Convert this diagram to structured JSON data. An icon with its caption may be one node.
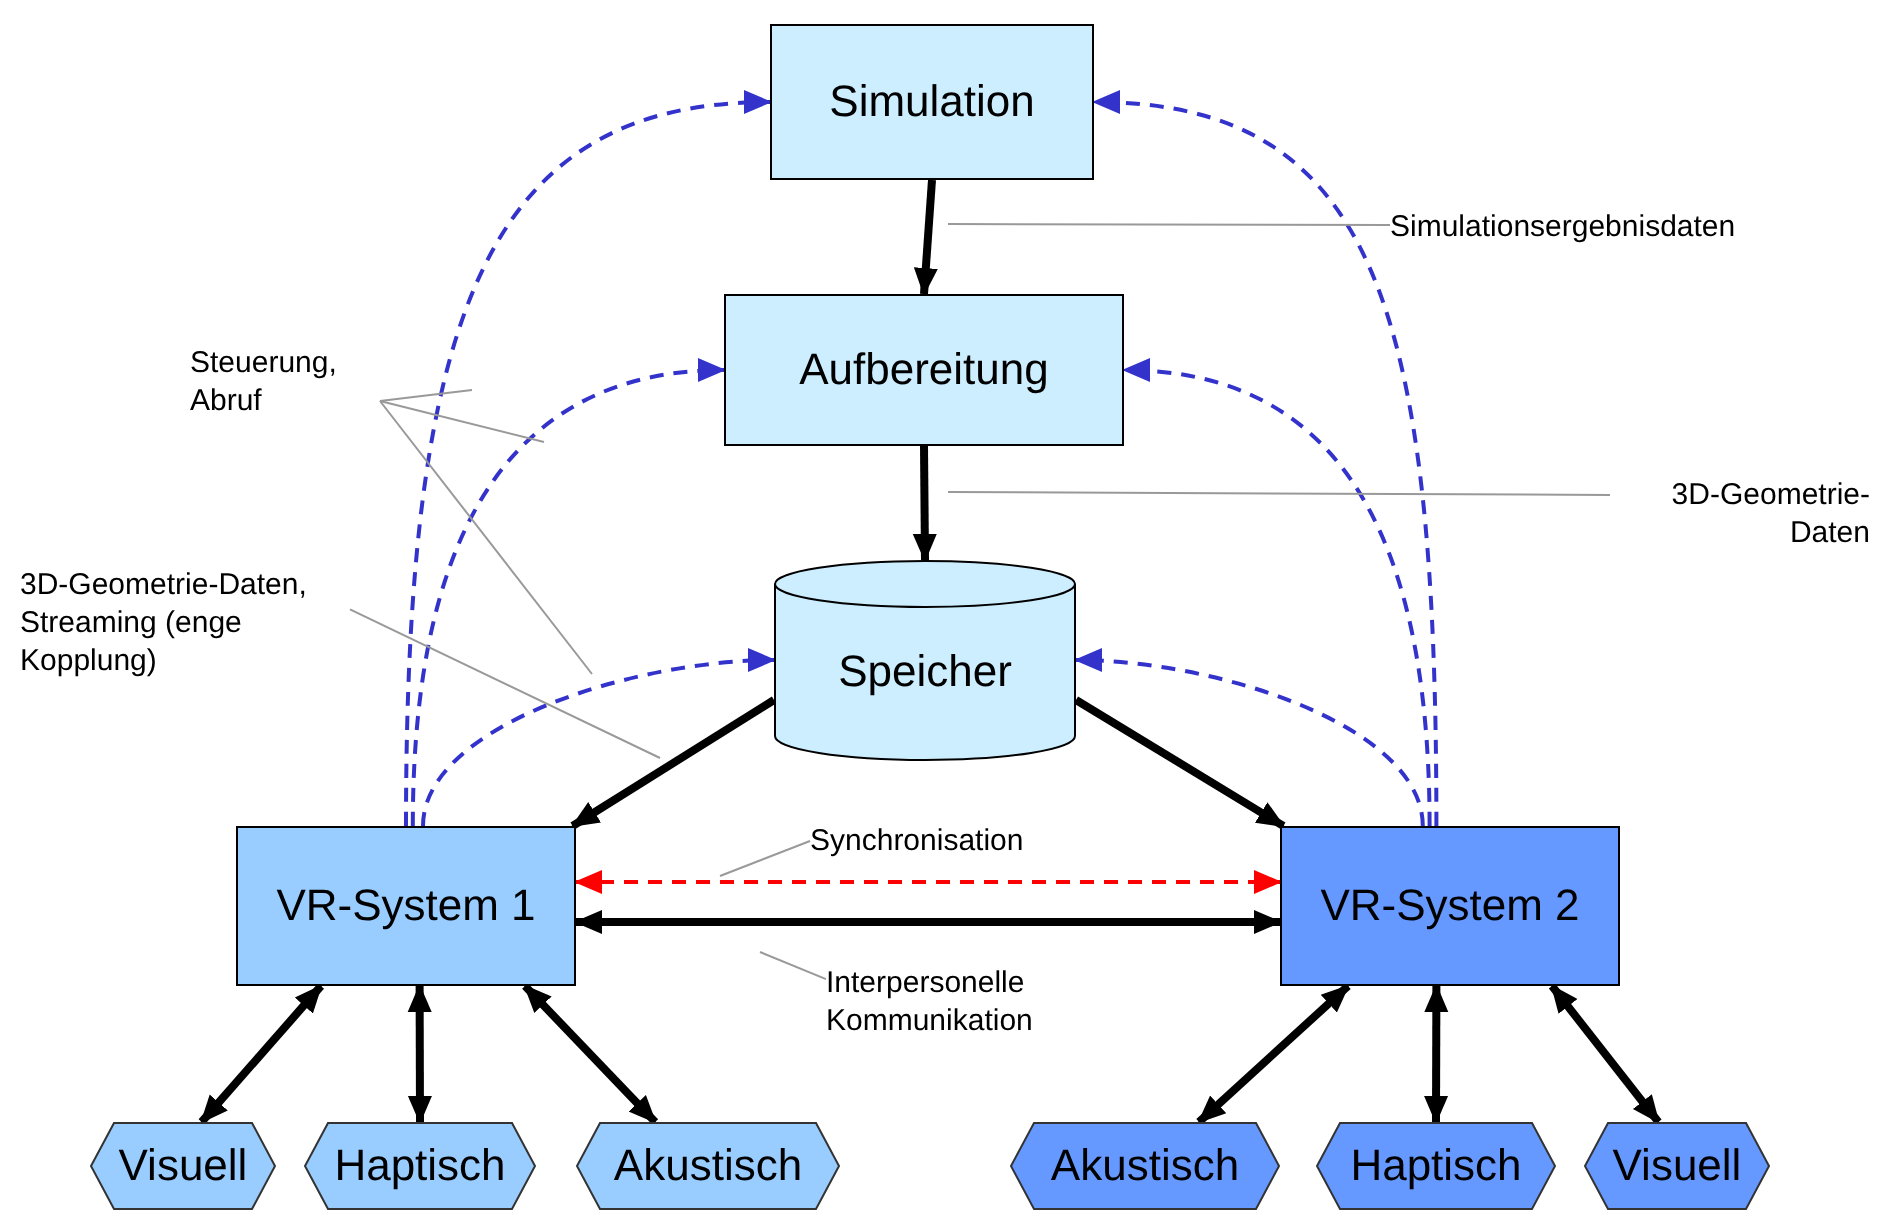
{
  "diagram": {
    "nodes": [
      {
        "text": [
          "Simulation"
        ]
      },
      {
        "text": [
          "Aufbereitung"
        ]
      },
      {
        "text": [
          "Speicher"
        ]
      },
      {
        "text": [
          "VR-System 1"
        ]
      },
      {
        "text": [
          "VR-System 2"
        ]
      },
      {
        "text": [
          "Visuell"
        ]
      },
      {
        "text": [
          "Haptisch"
        ]
      },
      {
        "text": [
          "Akustisch"
        ]
      },
      {
        "text": [
          "Akustisch"
        ]
      },
      {
        "text": [
          "Haptisch"
        ]
      },
      {
        "text": [
          "Visuell"
        ]
      },
      {
        "text": [
          "Simulationsergebnisdaten"
        ]
      },
      {
        "text": [
          "3D-Geometrie-Daten"
        ]
      },
      {
        "text": [
          "Steuerung, Abruf"
        ]
      },
      {
        "text": [
          "3D-Geometrie-Daten, Streaming (enge Kopplung)"
        ]
      },
      {
        "text": [
          "Synchronisation"
        ]
      },
      {
        "text": [
          "Interpersonelle Kommunikation"
        ]
      }
    ],
    "edges": [
      {
        "from": 0,
        "to": 1,
        "arrow": "to",
        "style": "thick"
      },
      {
        "from": 1,
        "to": 2,
        "arrow": "to",
        "style": "thick"
      },
      {
        "from": 2,
        "to": 3,
        "arrow": "to",
        "style": "thick"
      },
      {
        "from": 2,
        "to": 4,
        "arrow": "to",
        "style": "thick"
      },
      {
        "from": 3,
        "to": 4,
        "arrow": "both",
        "style": "dashed",
        "color": "#ff0000"
      },
      {
        "from": 3,
        "to": 4,
        "arrow": "both",
        "style": "thick"
      },
      {
        "from": 3,
        "to": 5,
        "arrow": "both",
        "style": "thick"
      },
      {
        "from": 3,
        "to": 6,
        "arrow": "both",
        "style": "thick"
      },
      {
        "from": 3,
        "to": 7,
        "arrow": "both",
        "style": "thick"
      },
      {
        "from": 4,
        "to": 8,
        "arrow": "both",
        "style": "thick"
      },
      {
        "from": 4,
        "to": 9,
        "arrow": "both",
        "style": "thick"
      },
      {
        "from": 4,
        "to": 10,
        "arrow": "both",
        "style": "thick"
      },
      {
        "from": 3,
        "to": 0,
        "arrow": "to",
        "style": "dashed",
        "color": "#3333cc"
      },
      {
        "from": 3,
        "to": 1,
        "arrow": "to",
        "style": "dashed",
        "color": "#3333cc"
      },
      {
        "from": 3,
        "to": 2,
        "arrow": "to",
        "style": "dashed",
        "color": "#3333cc"
      },
      {
        "from": 4,
        "to": 0,
        "arrow": "to",
        "style": "dashed",
        "color": "#3333cc"
      },
      {
        "from": 4,
        "to": 1,
        "arrow": "to",
        "style": "dashed",
        "color": "#3333cc"
      },
      {
        "from": 4,
        "to": 2,
        "arrow": "to",
        "style": "dashed",
        "color": "#3333cc"
      },
      {
        "from": 11,
        "to": null,
        "arrow": "none",
        "color": "#999999"
      },
      {
        "from": 12,
        "to": null,
        "arrow": "none",
        "color": "#999999"
      },
      {
        "from": 13,
        "to": null,
        "arrow": "none",
        "color": "#999999"
      },
      {
        "from": 13,
        "to": null,
        "arrow": "none",
        "color": "#999999"
      },
      {
        "from": 13,
        "to": null,
        "arrow": "none",
        "color": "#999999"
      },
      {
        "from": 14,
        "to": null,
        "arrow": "none",
        "color": "#999999"
      },
      {
        "from": 15,
        "to": null,
        "arrow": "none",
        "color": "#999999"
      },
      {
        "from": 16,
        "to": null,
        "arrow": "none",
        "color": "#999999"
      }
    ]
  }
}
